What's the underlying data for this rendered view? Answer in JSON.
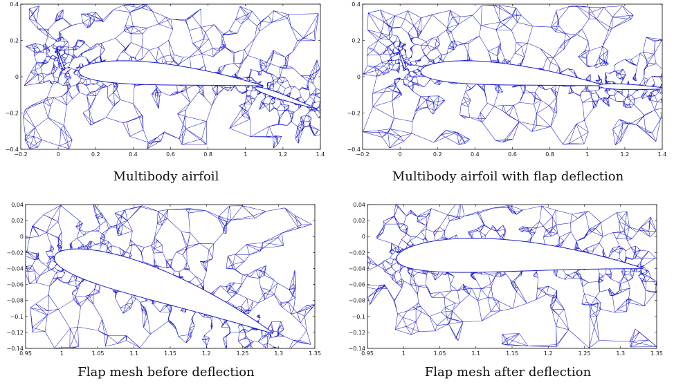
{
  "figures": [
    {
      "id": "a",
      "caption": "Multibody airfoil",
      "deflected": false,
      "x_ticks": [
        "−0.2",
        "0",
        "0.2",
        "0.4",
        "0.6",
        "0.8",
        "1",
        "1.2",
        "1.4"
      ],
      "y_ticks": [
        "0.4",
        "0.2",
        "0",
        "−0.2",
        "−0.4"
      ],
      "xlim": [
        -0.2,
        1.4
      ],
      "ylim": [
        -0.4,
        0.4
      ]
    },
    {
      "id": "b",
      "caption": "Multibody airfoil with flap deflection",
      "deflected": true,
      "x_ticks": [
        "−0.2",
        "0",
        "0.2",
        "0.4",
        "0.6",
        "0.8",
        "1",
        "1.2",
        "1.4"
      ],
      "y_ticks": [
        "0.4",
        "0.2",
        "0",
        "−0.2",
        "−0.4"
      ],
      "xlim": [
        -0.2,
        1.4
      ],
      "ylim": [
        -0.4,
        0.4
      ]
    },
    {
      "id": "c",
      "caption": "Flap mesh before deflection",
      "deflected": false,
      "x_ticks": [
        "0.95",
        "1",
        "1.05",
        "1.1",
        "1.15",
        "1.2",
        "1.25",
        "1.3",
        "1.35"
      ],
      "y_ticks": [
        "0.04",
        "0.02",
        "0",
        "−0.02",
        "−0.04",
        "−0.06",
        "−0.08",
        "−0.1",
        "−0.12",
        "−0.14"
      ],
      "xlim": [
        0.95,
        1.35
      ],
      "ylim": [
        -0.15,
        0.05
      ]
    },
    {
      "id": "d",
      "caption": "Flap mesh after deflection",
      "deflected": true,
      "x_ticks": [
        "0.95",
        "1",
        "1.05",
        "1.1",
        "1.15",
        "1.2",
        "1.25",
        "1.3",
        "1.35"
      ],
      "y_ticks": [
        "0.04",
        "0.02",
        "0",
        "−0.02",
        "−0.04",
        "−0.06",
        "−0.08",
        "−0.1",
        "−0.12",
        "−0.14"
      ],
      "xlim": [
        0.95,
        1.35
      ],
      "ylim": [
        -0.15,
        0.05
      ]
    }
  ],
  "colors": {
    "mesh": "#1a1acc",
    "frame": "#000000"
  }
}
